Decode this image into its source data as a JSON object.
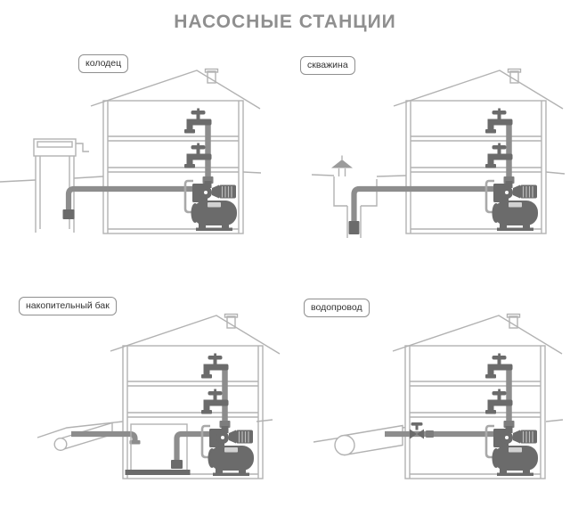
{
  "title": "НАСОСНЫЕ СТАНЦИИ",
  "diagrams": {
    "well": {
      "label": "колодец"
    },
    "borehole": {
      "label": "скважина"
    },
    "storage_tank": {
      "label": "накопительный бак"
    },
    "mains": {
      "label": "водопровод"
    }
  },
  "icons": {
    "pump_station": "pump-station-icon",
    "faucet": "faucet-icon",
    "house": "house-outline"
  },
  "palette": {
    "title-color": "#8f8f8f",
    "outline": "#b2b2b2",
    "pipe": "#8d8d8d",
    "dark": "#6b6b6b",
    "loop": "#a9a9a9",
    "plate": "#d2d2d2",
    "fitting": "#7d7d7d",
    "label-border": "#8f8f8f",
    "label-text": "#333333"
  }
}
